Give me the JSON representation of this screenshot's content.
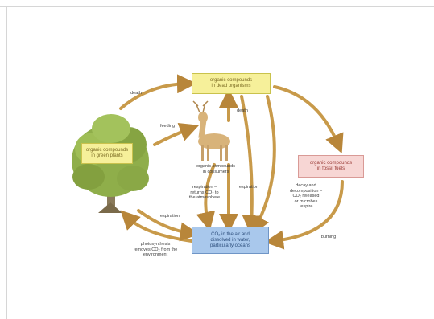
{
  "boxes": {
    "dead_organisms": "organic compounds\nin dead organisms",
    "green_plants": "organic compounds\nin green plants",
    "fossil_fuels": "organic compounds\nin fossil fuels",
    "co2_air_water": "CO₂ in the air and\ndissolved in water,\nparticularly oceans"
  },
  "labels": {
    "death_left": "death",
    "death_right": "death",
    "feeding": "feeding",
    "consumers": "organic compounds\nin consumers",
    "respiration_returns": "respiration –\nreturns CO₂ to\nthe atmosphere",
    "respiration_center": "respiration",
    "respiration_left": "respiration",
    "decay": "decay and\ndecomposition –\nCO₂ released\nor microbes\nrespire",
    "burning": "burning",
    "photosynthesis": "photosynthesis\nremoves CO₂ from the\nenvironment"
  },
  "colors": {
    "arrow": "#c89a4a",
    "arrow_edge": "#a97b32",
    "tree_foliage": "#8fae4a",
    "tree_trunk": "#8a7a5a",
    "deer": "#d8b37a"
  }
}
